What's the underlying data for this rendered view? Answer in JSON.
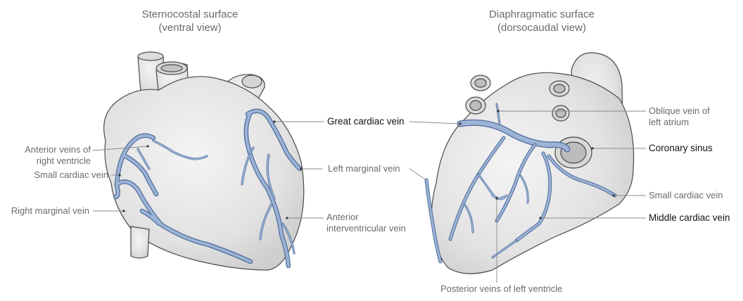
{
  "titles": {
    "left": [
      "Sternocostal surface",
      "(ventral view)"
    ],
    "right": [
      "Diaphragmatic surface",
      "(dorsocaudal view)"
    ]
  },
  "labels": {
    "anterior_veins_rv": [
      "Anterior veins of",
      "right ventricle"
    ],
    "small_cardiac_left": "Small cardiac vein",
    "right_marginal": "Right marginal vein",
    "great_cardiac": "Great cardiac vein",
    "left_marginal": "Left marginal vein",
    "anterior_interventricular": [
      "Anterior",
      "interventricular vein"
    ],
    "oblique_vein": [
      "Oblique vein of",
      "left atrium"
    ],
    "coronary_sinus": "Coronary sinus",
    "small_cardiac_right": "Small cardiac vein",
    "middle_cardiac": "Middle cardiac vein",
    "posterior_veins_lv": "Posterior veins of left ventricle"
  },
  "colors": {
    "vein_fill": "#9cb3d6",
    "vein_stroke": "#4f6c9a",
    "heart_fill": "#e6e6e6",
    "heart_stroke": "#4a4a4a",
    "leader": "#8a8a8a"
  }
}
